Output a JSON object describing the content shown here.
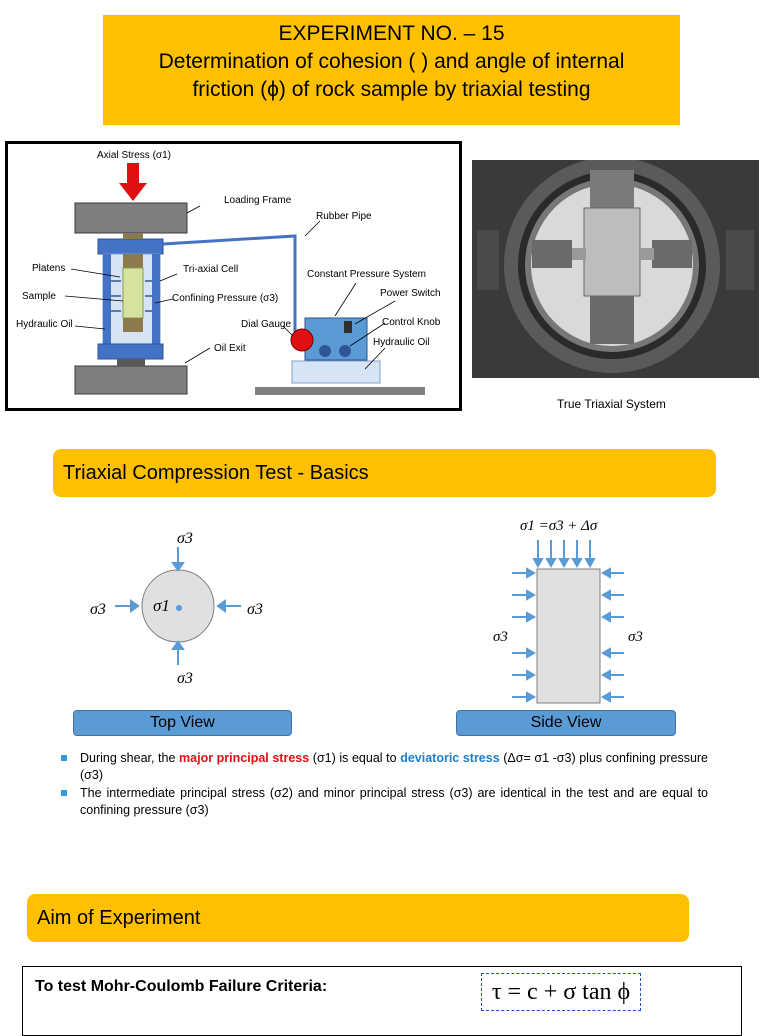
{
  "header": {
    "line1": "EXPERIMENT NO. – 15",
    "line2": "Determination of cohesion (  ) and angle of internal",
    "line3": "friction (ϕ) of rock sample by triaxial testing"
  },
  "apparatus": {
    "axial_stress": "Axial Stress (σ1)",
    "loading_frame": "Loading Frame",
    "rubber_pipe": "Rubber Pipe",
    "platens": "Platens",
    "triaxial_cell": "Tri-axial Cell",
    "sample": "Sample",
    "confining_pressure": "Confining Pressure (σ3)",
    "hydraulic_oil_left": "Hydraulic Oil",
    "constant_pressure": "Constant Pressure System",
    "power_switch": "Power Switch",
    "dial_gauge": "Dial Gauge",
    "control_knob": "Control Knob",
    "oil_exit": "Oil Exit",
    "hydraulic_oil_right": "Hydraulic Oil"
  },
  "photo": {
    "caption": "True Triaxial System"
  },
  "basics": {
    "title": "Triaxial Compression Test - Basics",
    "sigma1": "σ1",
    "sigma3": "σ3",
    "side_top": "σ1 =σ3 + Δσ",
    "top_view": "Top View",
    "side_view": "Side View"
  },
  "bullets": {
    "b1_a": "During shear, the ",
    "b1_major": "major principal stress",
    "b1_b": " (σ1) is equal to ",
    "b1_dev": "deviatoric stress",
    "b1_c": " (Δσ= σ1 -σ3) plus confining pressure (σ3)",
    "b2": "The intermediate principal stress (σ2) and minor principal stress (σ3) are identical in the test and are equal to confining pressure (σ3)"
  },
  "aim": {
    "title": "Aim of Experiment",
    "text": "To test Mohr-Coulomb Failure Criteria:",
    "formula": "τ = c + σ tan ϕ"
  },
  "colors": {
    "accent": "#FFC000",
    "blue": "#5B9BD5",
    "red": "#E01010",
    "link_blue": "#1F7DC8"
  }
}
